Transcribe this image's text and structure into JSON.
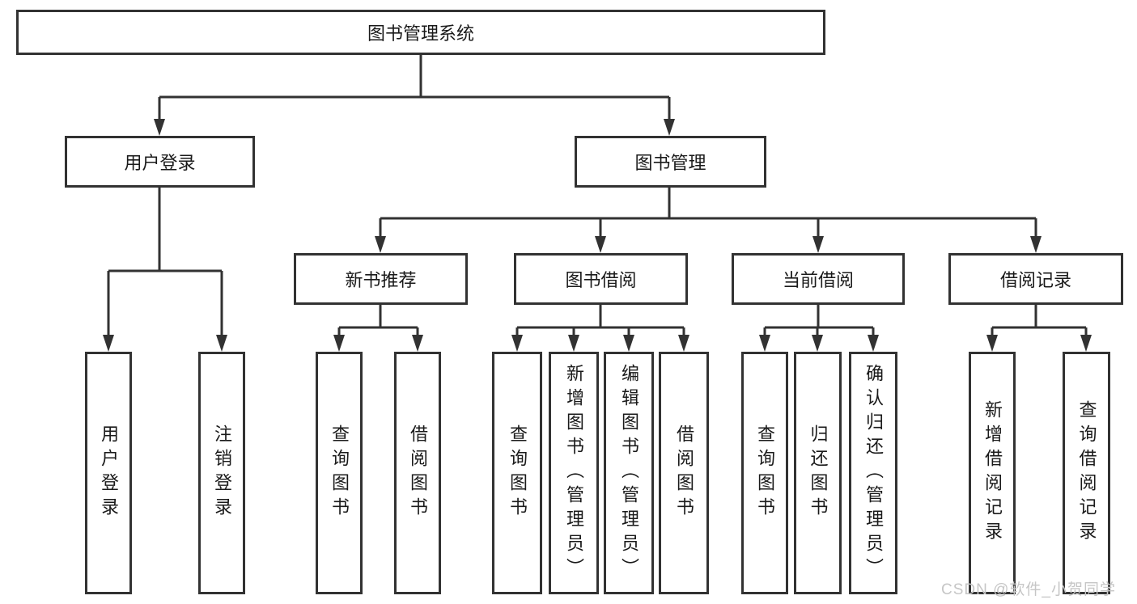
{
  "tree": {
    "label": "图书管理系统",
    "children": [
      {
        "label": "用户登录",
        "children": [
          {
            "label": "用户登录"
          },
          {
            "label": "注销登录"
          }
        ]
      },
      {
        "label": "图书管理",
        "children": [
          {
            "label": "新书推荐",
            "children": [
              {
                "label": "查询图书"
              },
              {
                "label": "借阅图书"
              }
            ]
          },
          {
            "label": "图书借阅",
            "children": [
              {
                "label": "查询图书"
              },
              {
                "label": "新增图书（管理员）"
              },
              {
                "label": "编辑图书（管理员）"
              },
              {
                "label": "借阅图书"
              }
            ]
          },
          {
            "label": "当前借阅",
            "children": [
              {
                "label": "查询图书"
              },
              {
                "label": "归还图书"
              },
              {
                "label": "确认归还（管理员）"
              }
            ]
          },
          {
            "label": "借阅记录",
            "children": [
              {
                "label": "新增借阅记录"
              },
              {
                "label": "查询借阅记录"
              }
            ]
          }
        ]
      }
    ]
  },
  "watermark": {
    "text": "CSDN @软件_小贺同学"
  },
  "colors": {
    "line": "#323232",
    "text": "#1a1a1a",
    "watermark": "#c6c6c6",
    "background": "#ffffff"
  }
}
